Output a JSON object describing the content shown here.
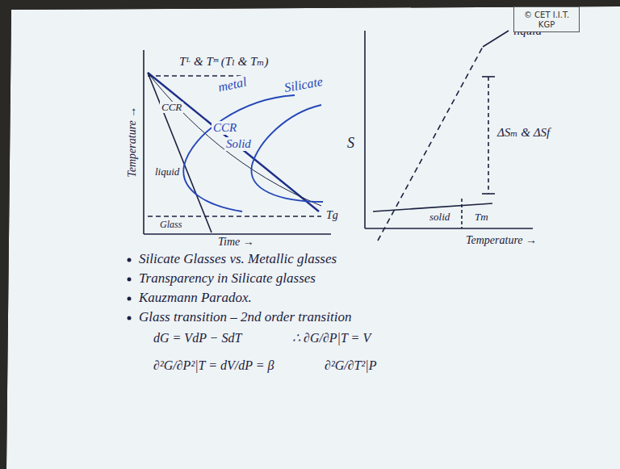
{
  "diagram": {
    "nodes": [
      {
        "text": [
          "© CET I.I.T. KGP"
        ]
      }
    ],
    "labels": [
      "Tᴸ & Tᵐ (Tₗ & Tₘ)",
      "metal",
      "CCR",
      "CCR",
      "Silicate",
      "Solid",
      "liquid",
      "Glass",
      "Tg",
      "Temperature →",
      "Time →",
      "S",
      "liquid",
      "ΔSₘ & ΔSf",
      "solid",
      "Tm",
      "Temperature →",
      "Silicate Glasses vs. Metallic glasses",
      "Transparency in Silicate glasses",
      "Kauzmann Paradox.",
      "Glass transition – 2nd order transition",
      "dG = VdP − SdT",
      "∴ ∂G/∂P|T = V",
      "∂²G/∂P²|T = dV/dP = β",
      "∂²G/∂T²|P"
    ]
  }
}
